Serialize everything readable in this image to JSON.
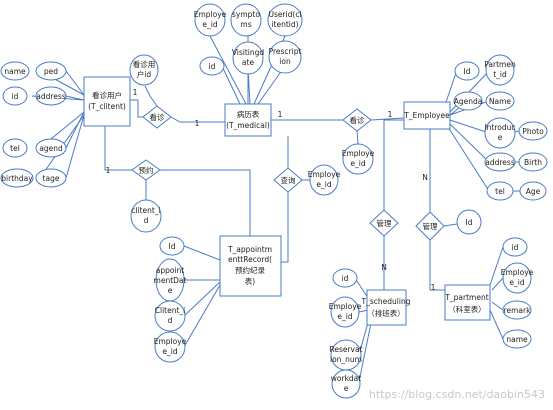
{
  "entities": {
    "client": [
      "看诊用户",
      "(T_clitent)"
    ],
    "medical": [
      "病历表",
      "(T_medical)"
    ],
    "employee": [
      "T_Employee"
    ],
    "appointment": [
      "T_appointm",
      "enttRecord(",
      "预约纪录",
      "表)"
    ],
    "scheduling": [
      "T_scheduling",
      "（排班表）"
    ],
    "partment": [
      "T_partment",
      "（科室表）"
    ]
  },
  "relationships": {
    "r_kanzhen1": "看诊",
    "r_kanzhen2": "看诊",
    "r_yuyue": "预约",
    "r_chaxun": "查询",
    "r_guanli1": "管理",
    "r_guanli2": "管理"
  },
  "attributes": {
    "c_name": [
      "name"
    ],
    "c_ped": [
      "ped"
    ],
    "c_id": [
      "id"
    ],
    "c_address": [
      "address"
    ],
    "c_tel": [
      "tel"
    ],
    "c_agend": [
      "agend"
    ],
    "c_birthday": [
      "birthday"
    ],
    "c_tage": [
      "tage"
    ],
    "rel_note": [
      "看诊用",
      "户id"
    ],
    "m_employee_id": [
      "Employe",
      "e_id"
    ],
    "m_symptoms": [
      "sympto",
      "ms"
    ],
    "m_userid": [
      "Userid(cl",
      "itentid)"
    ],
    "m_id": [
      "id"
    ],
    "m_visitingdate": [
      "Visitingd",
      "ate"
    ],
    "m_prescription": [
      "Prescript",
      "ion"
    ],
    "e_id": [
      "Id"
    ],
    "e_partment_id": [
      "Partmen",
      "t_id"
    ],
    "e_agenda": [
      "Agenda"
    ],
    "e_name": [
      "Name"
    ],
    "e_introduce": [
      "Introduc",
      "e"
    ],
    "e_photo": [
      "Photo"
    ],
    "e_address": [
      "address"
    ],
    "e_birth": [
      "Birth"
    ],
    "e_tel": [
      "tel"
    ],
    "e_age": [
      "Age"
    ],
    "rk2_employee_id": [
      "Employe",
      "e_id"
    ],
    "cx_employee_id": [
      "Employe",
      "e_id"
    ],
    "yy_clitent_id": [
      "clitent_i",
      "d"
    ],
    "a_id": [
      "Id"
    ],
    "a_appointmentdate": [
      "appoint",
      "mentDat",
      "e"
    ],
    "a_clitent_id": [
      "Clitent_i",
      "d"
    ],
    "a_employee_id": [
      "Employe",
      "e_id"
    ],
    "s_id": [
      "id"
    ],
    "s_employee_id": [
      "Employe",
      "e_id"
    ],
    "s_reservation_num": [
      "Reservat",
      "ion_num"
    ],
    "s_workdate": [
      "workdat",
      "e"
    ],
    "gl2_id": [
      "Id"
    ],
    "p_id": [
      "id"
    ],
    "p_employee_id": [
      "Employe",
      "e_id"
    ],
    "p_remark": [
      "remark"
    ],
    "p_name": [
      "name"
    ]
  },
  "cardinalities": {
    "c1": "1",
    "c2": "1",
    "c3": "1",
    "c4": "1",
    "c5": "1",
    "c6": "N",
    "c7": "N",
    "c8": "1"
  },
  "watermark": "https://blog.csdn.net/daobin543"
}
